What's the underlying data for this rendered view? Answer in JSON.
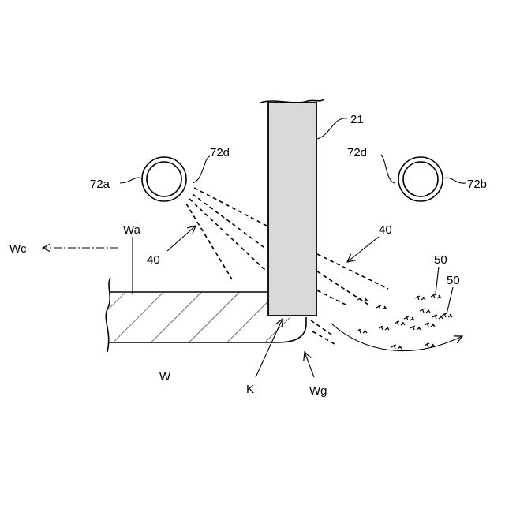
{
  "figure": {
    "labels": {
      "blade": "21",
      "nozzle_left": "72a",
      "nozzle_right": "72b",
      "outlet_left": "72d",
      "outlet_right": "72d",
      "spray_left": "40",
      "spray_right": "40",
      "particles_a": "50",
      "particles_b": "50",
      "wafer_surface": "Wa",
      "wafer": "W",
      "direction": "Wc",
      "kerf": "K",
      "groove": "Wg"
    }
  }
}
